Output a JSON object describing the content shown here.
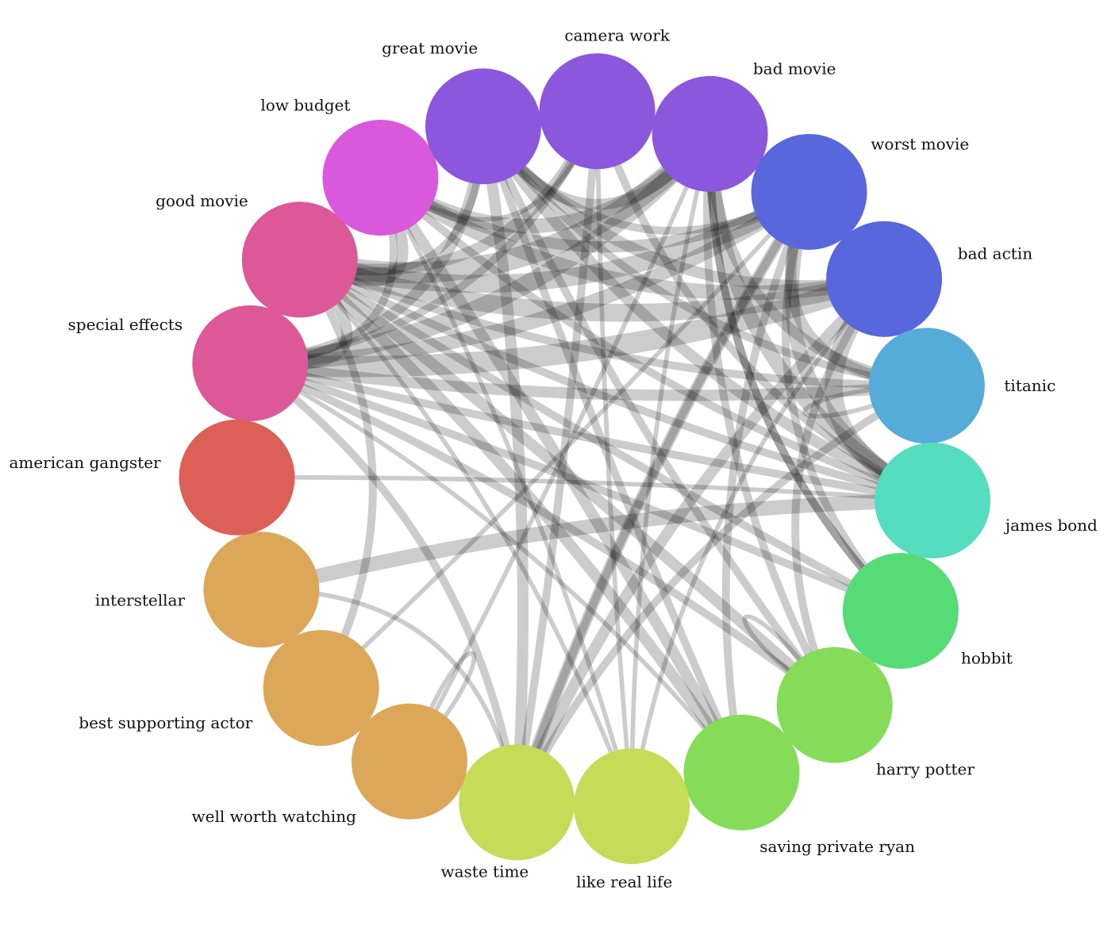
{
  "nodes": [
    {
      "label": "camera work",
      "color": "#8b57dc"
    },
    {
      "label": "bad movie",
      "color": "#8b57dc"
    },
    {
      "label": "worst movie",
      "color": "#5868dc"
    },
    {
      "label": "bad actin",
      "color": "#5868dc"
    },
    {
      "label": "titanic",
      "color": "#56acd8"
    },
    {
      "label": "james bond",
      "color": "#56dcbf"
    },
    {
      "label": "hobbit",
      "color": "#56dc76"
    },
    {
      "label": "harry potter",
      "color": "#84dc58"
    },
    {
      "label": "saving private ryan",
      "color": "#84dc58"
    },
    {
      "label": "like real life",
      "color": "#c6dc58"
    },
    {
      "label": "waste time",
      "color": "#c6dc58"
    },
    {
      "label": "well worth watching",
      "color": "#dca758"
    },
    {
      "label": "best supporting actor",
      "color": "#dca758"
    },
    {
      "label": "interstellar",
      "color": "#dca758"
    },
    {
      "label": "american gangster",
      "color": "#dc6058"
    },
    {
      "label": "special effects",
      "color": "#dc5896"
    },
    {
      "label": "good movie",
      "color": "#dc5896"
    },
    {
      "label": "low budget",
      "color": "#d958dc"
    },
    {
      "label": "great movie",
      "color": "#8b57dc"
    }
  ],
  "edges": [
    {
      "source": "bad actin",
      "target": "special effects",
      "weight": 6
    },
    {
      "source": "bad actin",
      "target": "good movie",
      "weight": 5
    },
    {
      "source": "bad actin",
      "target": "low budget",
      "weight": 4
    },
    {
      "source": "bad actin",
      "target": "great movie",
      "weight": 3
    },
    {
      "source": "bad actin",
      "target": "harry potter",
      "weight": 2
    },
    {
      "source": "bad actin",
      "target": "like real life",
      "weight": 1
    },
    {
      "source": "worst movie",
      "target": "good movie",
      "weight": 5
    },
    {
      "source": "worst movie",
      "target": "special effects",
      "weight": 4
    },
    {
      "source": "worst movie",
      "target": "low budget",
      "weight": 3
    },
    {
      "source": "worst movie",
      "target": "great movie",
      "weight": 2
    },
    {
      "source": "worst movie",
      "target": "waste time",
      "weight": 2
    },
    {
      "source": "bad movie",
      "target": "good movie",
      "weight": 6
    },
    {
      "source": "bad movie",
      "target": "special effects",
      "weight": 5
    },
    {
      "source": "bad movie",
      "target": "low budget",
      "weight": 4
    },
    {
      "source": "bad movie",
      "target": "great movie",
      "weight": 3
    },
    {
      "source": "bad movie",
      "target": "james bond",
      "weight": 4
    },
    {
      "source": "bad movie",
      "target": "hobbit",
      "weight": 2
    },
    {
      "source": "bad movie",
      "target": "well worth watching",
      "weight": 1
    },
    {
      "source": "camera work",
      "target": "good movie",
      "weight": 3
    },
    {
      "source": "camera work",
      "target": "special effects",
      "weight": 2
    },
    {
      "source": "camera work",
      "target": "waste time",
      "weight": 2
    },
    {
      "source": "camera work",
      "target": "like real life",
      "weight": 1
    },
    {
      "source": "camera work",
      "target": "low budget",
      "weight": 1
    },
    {
      "source": "great movie",
      "target": "special effects",
      "weight": 3
    },
    {
      "source": "great movie",
      "target": "good movie",
      "weight": 2
    },
    {
      "source": "great movie",
      "target": "titanic",
      "weight": 2
    },
    {
      "source": "great movie",
      "target": "james bond",
      "weight": 3
    },
    {
      "source": "great movie",
      "target": "harry potter",
      "weight": 2
    },
    {
      "source": "great movie",
      "target": "saving private ryan",
      "weight": 2
    },
    {
      "source": "great movie",
      "target": "waste time",
      "weight": 3
    },
    {
      "source": "low budget",
      "target": "good movie",
      "weight": 3
    },
    {
      "source": "low budget",
      "target": "special effects",
      "weight": 2
    },
    {
      "source": "low budget",
      "target": "saving private ryan",
      "weight": 3
    },
    {
      "source": "low budget",
      "target": "james bond",
      "weight": 2
    },
    {
      "source": "low budget",
      "target": "like real life",
      "weight": 1
    },
    {
      "source": "good movie",
      "target": "special effects",
      "weight": 3
    },
    {
      "source": "good movie",
      "target": "hobbit",
      "weight": 2
    },
    {
      "source": "good movie",
      "target": "titanic",
      "weight": 2
    },
    {
      "source": "good movie",
      "target": "james bond",
      "weight": 2
    },
    {
      "source": "special effects",
      "target": "titanic",
      "weight": 3
    },
    {
      "source": "special effects",
      "target": "james bond",
      "weight": 2
    },
    {
      "source": "special effects",
      "target": "hobbit",
      "weight": 2
    },
    {
      "source": "special effects",
      "target": "harry potter",
      "weight": 2
    },
    {
      "source": "special effects",
      "target": "saving private ryan",
      "weight": 1
    },
    {
      "source": "special effects",
      "target": "waste time",
      "weight": 2
    },
    {
      "source": "american gangster",
      "target": "james bond",
      "weight": 1
    },
    {
      "source": "interstellar",
      "target": "james bond",
      "weight": 4
    },
    {
      "source": "interstellar",
      "target": "waste time",
      "weight": 1
    },
    {
      "source": "best supporting actor",
      "target": "good movie",
      "weight": 2
    },
    {
      "source": "best supporting actor",
      "target": "worst movie",
      "weight": 1
    },
    {
      "source": "well worth watching",
      "target": "well worth watching",
      "weight": 1
    },
    {
      "source": "waste time",
      "target": "titanic",
      "weight": 2
    },
    {
      "source": "waste time",
      "target": "bad actin",
      "weight": 3
    },
    {
      "source": "waste time",
      "target": "worst movie",
      "weight": 3
    },
    {
      "source": "like real life",
      "target": "good movie",
      "weight": 1
    },
    {
      "source": "like real life",
      "target": "bad movie",
      "weight": 1
    },
    {
      "source": "saving private ryan",
      "target": "good movie",
      "weight": 3
    },
    {
      "source": "saving private ryan",
      "target": "worst movie",
      "weight": 2
    },
    {
      "source": "harry potter",
      "target": "good movie",
      "weight": 3
    },
    {
      "source": "harry potter",
      "target": "bad movie",
      "weight": 2
    },
    {
      "source": "harry potter",
      "target": "harry potter",
      "weight": 1
    },
    {
      "source": "hobbit",
      "target": "worst movie",
      "weight": 2
    },
    {
      "source": "hobbit",
      "target": "bad movie",
      "weight": 2
    },
    {
      "source": "james bond",
      "target": "worst movie",
      "weight": 4
    },
    {
      "source": "james bond",
      "target": "bad actin",
      "weight": 5
    },
    {
      "source": "james bond",
      "target": "camera work",
      "weight": 2
    },
    {
      "source": "titanic",
      "target": "titanic",
      "weight": 1
    },
    {
      "source": "titanic",
      "target": "worst movie",
      "weight": 3
    },
    {
      "source": "titanic",
      "target": "bad movie",
      "weight": 3
    }
  ]
}
